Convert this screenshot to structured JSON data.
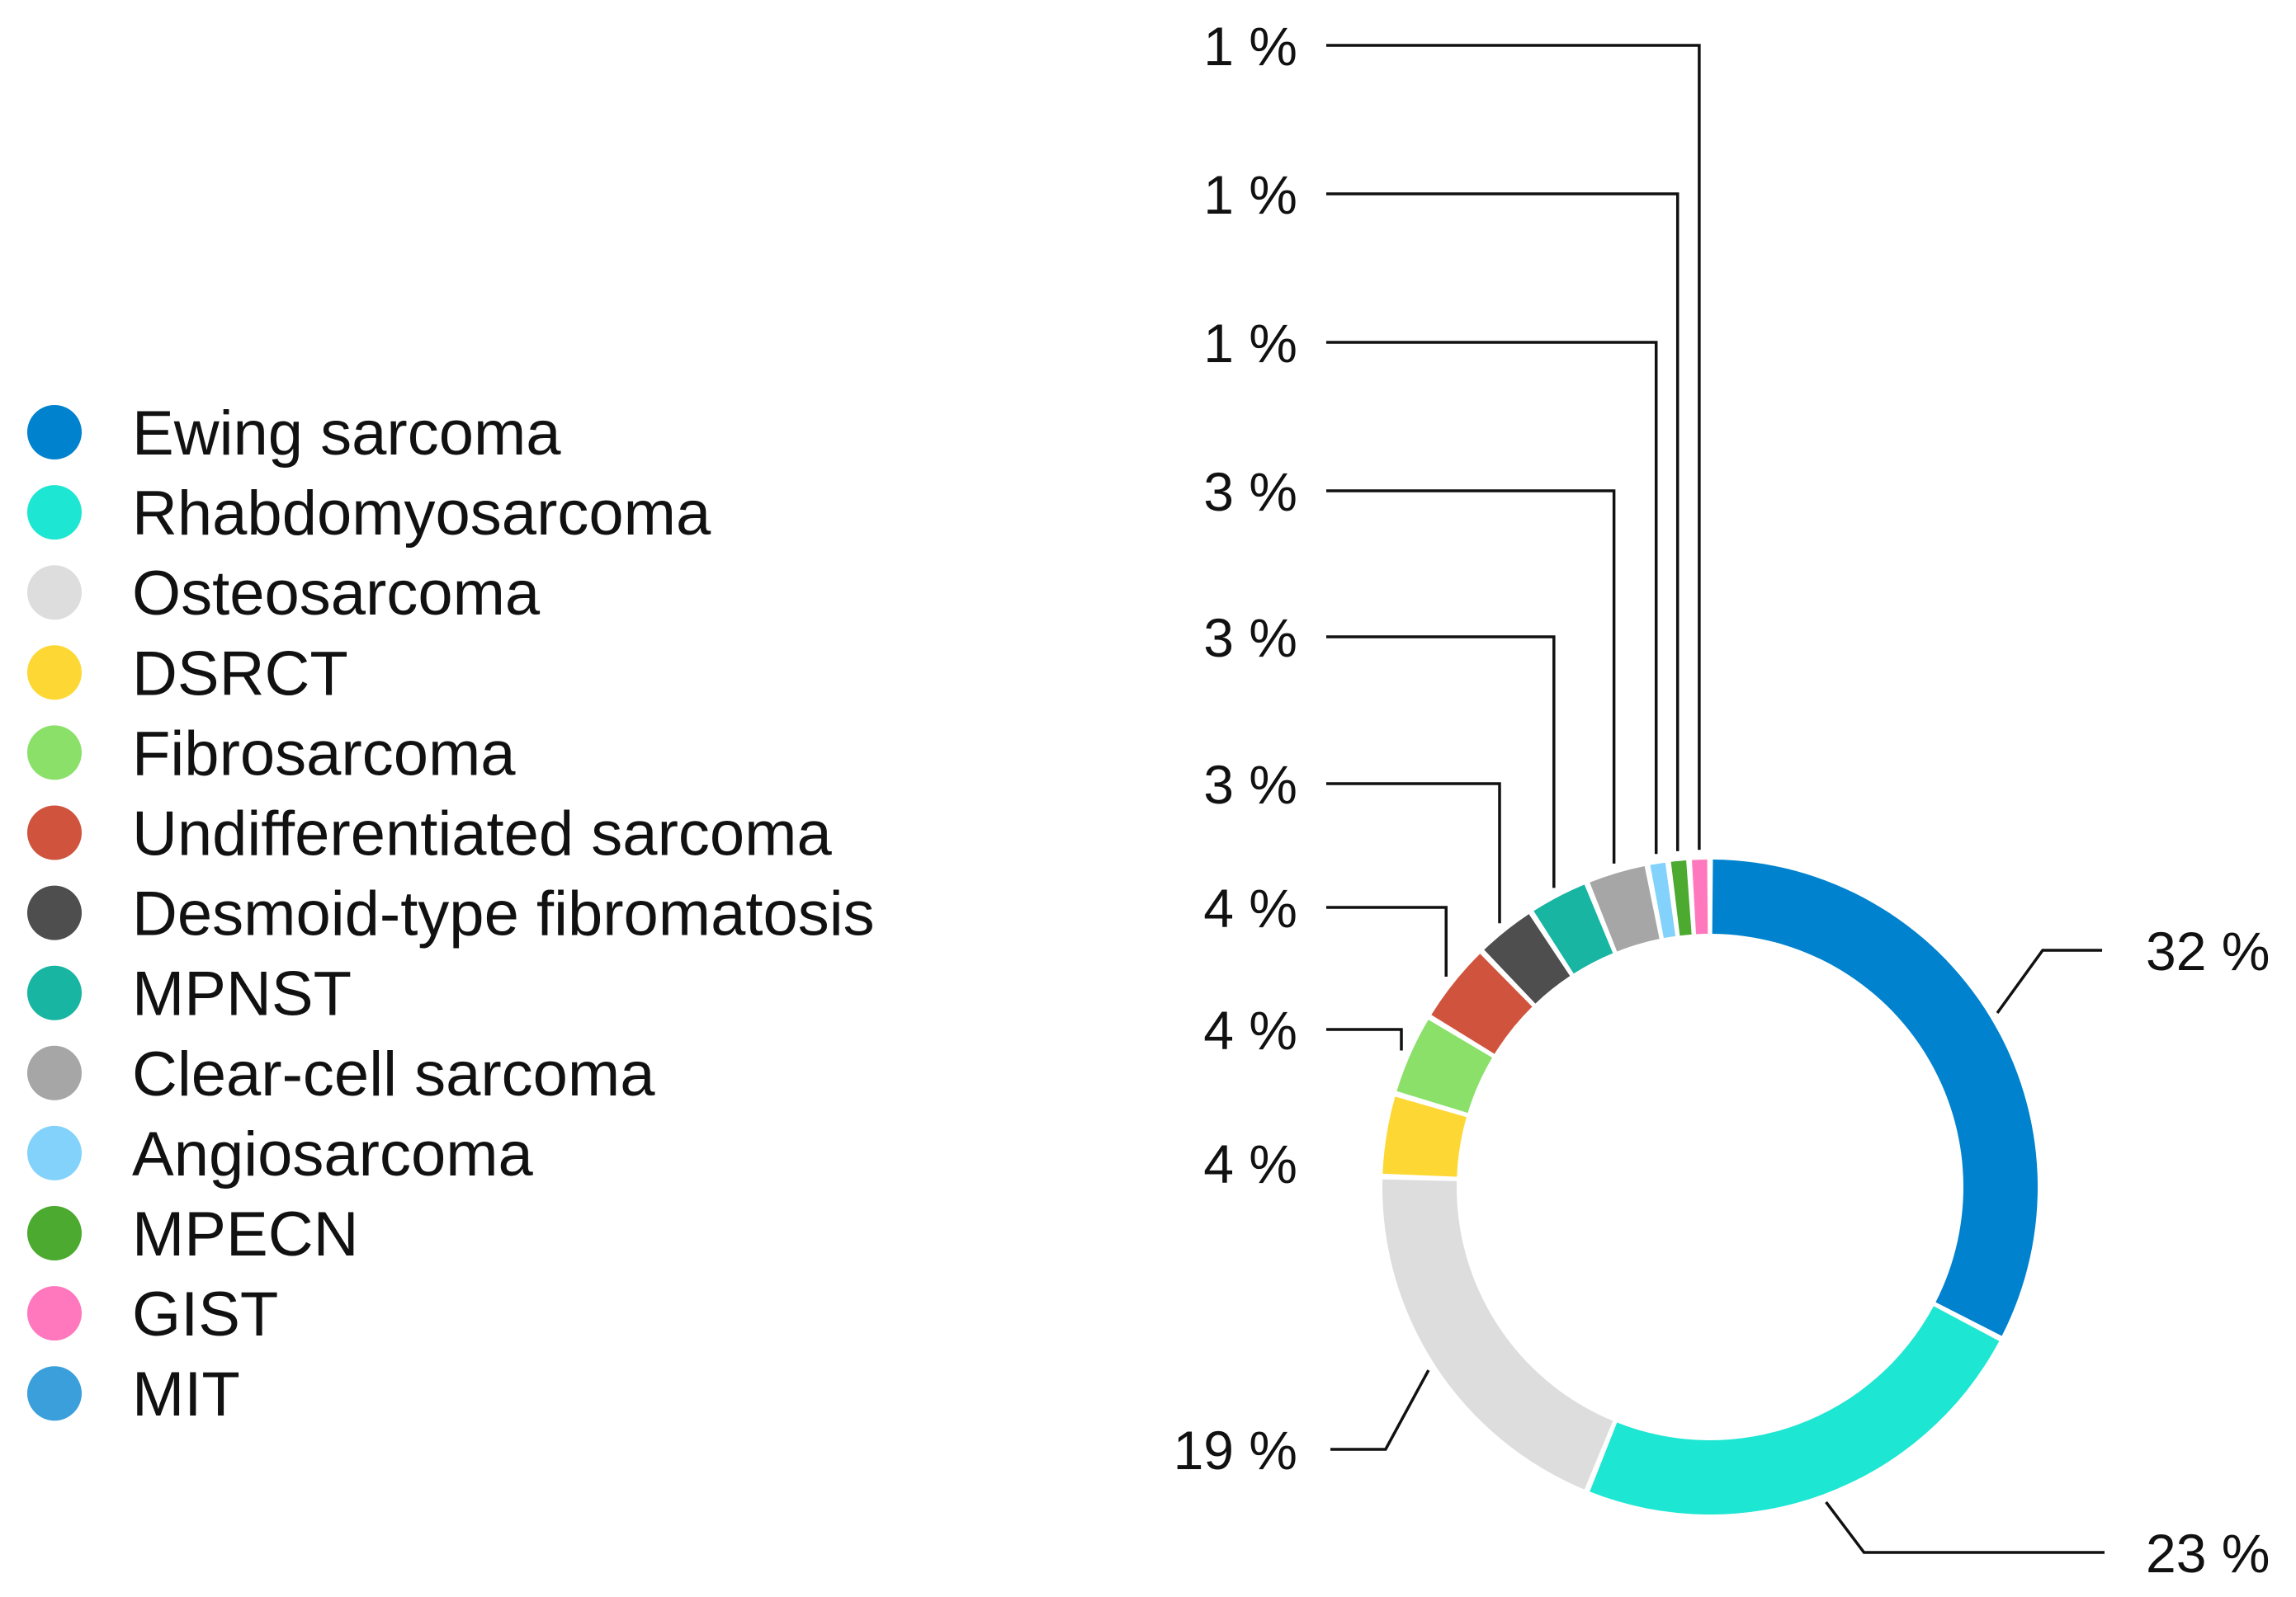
{
  "chart_data": {
    "type": "pie",
    "style": "donut",
    "legend_position": "left",
    "slices": [
      {
        "name": "Ewing sarcoma",
        "value": 32,
        "label": "32 %",
        "color": "#0082CE"
      },
      {
        "name": "Rhabdomyosarcoma",
        "value": 23,
        "label": "23 %",
        "color": "#1DE6D2"
      },
      {
        "name": "Osteosarcoma",
        "value": 19,
        "label": "19 %",
        "color": "#DDDDDD"
      },
      {
        "name": "DSRCT",
        "value": 4,
        "label": "4 %",
        "color": "#FDD835"
      },
      {
        "name": "Fibrosarcoma",
        "value": 4,
        "label": "4 %",
        "color": "#8BE06A"
      },
      {
        "name": "Undifferentiated sarcoma",
        "value": 4,
        "label": "4 %",
        "color": "#D0533E"
      },
      {
        "name": "Desmoid-type fibromatosis",
        "value": 3,
        "label": "3 %",
        "color": "#4E4E4E"
      },
      {
        "name": "MPNST",
        "value": 3,
        "label": "3 %",
        "color": "#17B5A2"
      },
      {
        "name": "Clear-cell sarcoma",
        "value": 3,
        "label": "3 %",
        "color": "#A6A6A6"
      },
      {
        "name": "Angiosarcoma",
        "value": 1,
        "label": "1 %",
        "color": "#82D2FC"
      },
      {
        "name": "MPECN",
        "value": 1,
        "label": "1 %",
        "color": "#4BAA2F"
      },
      {
        "name": "GIST",
        "value": 1,
        "label": "1 %",
        "color": "#FF78BE"
      },
      {
        "name": "MIT",
        "value": 0,
        "label": "",
        "color": "#3A9FDB"
      }
    ]
  }
}
